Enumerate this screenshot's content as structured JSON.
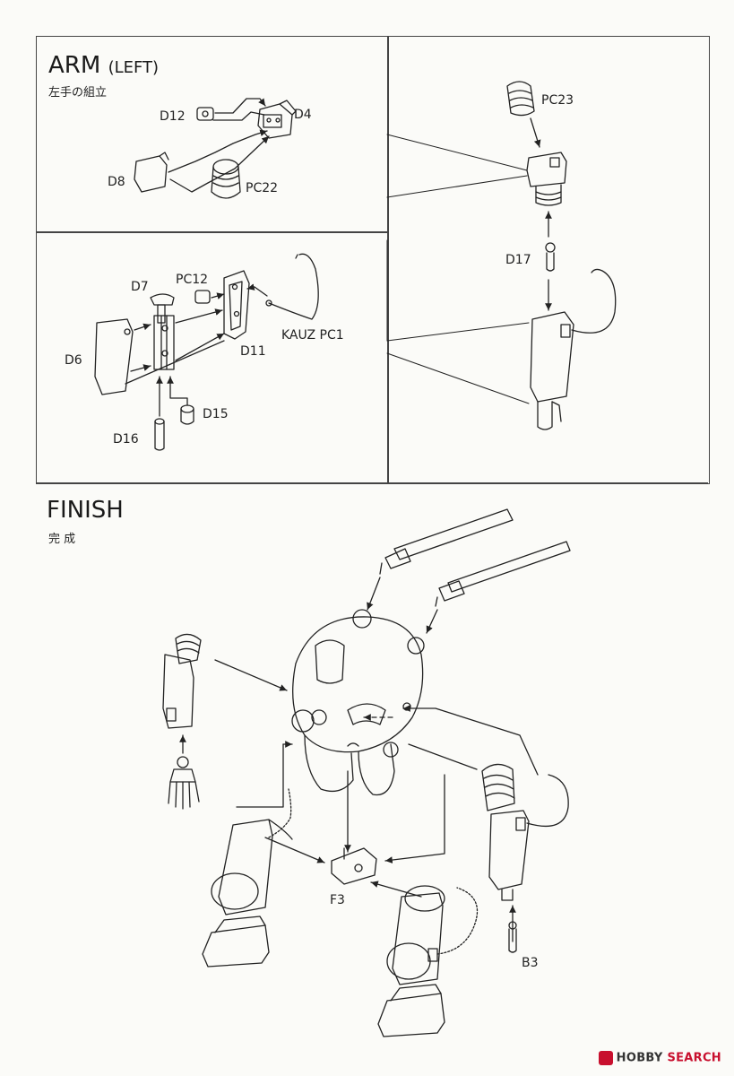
{
  "arm_section": {
    "title": "ARM",
    "title_suffix": "(LEFT)",
    "subtitle": "左手の組立"
  },
  "finish_section": {
    "title": "FINISH",
    "subtitle": "完 成"
  },
  "part_labels": {
    "d12": "D12",
    "d4": "D4",
    "d8": "D8",
    "pc22": "PC22",
    "d7": "D7",
    "pc12": "PC12",
    "d6": "D6",
    "kauz": "KAUZ PC1",
    "d11": "D11",
    "d15": "D15",
    "d16": "D16",
    "pc23": "PC23",
    "d17": "D17",
    "f3": "F3",
    "b3": "B3"
  },
  "watermark": {
    "brand": "HOBBY",
    "search": "SEARCH",
    "icon": "hobby-search-logo-icon",
    "color": "#c8102e"
  }
}
